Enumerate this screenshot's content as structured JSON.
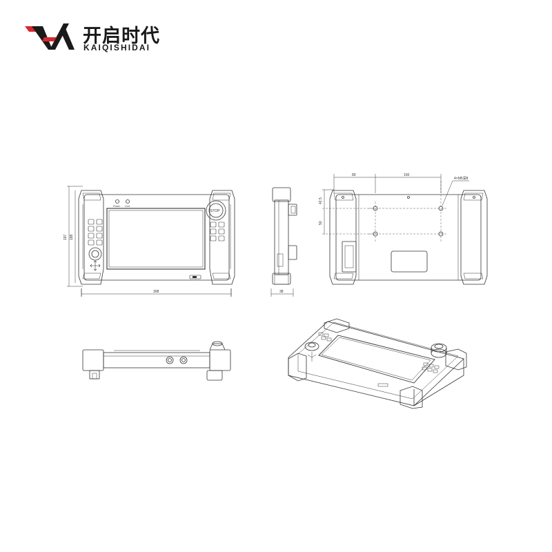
{
  "brand": {
    "name_cn": "开启时代",
    "name_en": "KAIQISHIDAI",
    "colors": {
      "red": "#d7282f",
      "dark": "#1a1a1a"
    }
  },
  "front_view": {
    "width_label": "308",
    "height_outer_label": "197",
    "height_inner_label": "188",
    "stop_label": "STOP",
    "indicator_labels": [
      "Power",
      "Com"
    ]
  },
  "side_view": {
    "depth_label": "38"
  },
  "back_view": {
    "top_dims": [
      "89",
      "150"
    ],
    "left_dims": [
      "42.5",
      "50"
    ],
    "hole_callout": "4×M5深8"
  }
}
